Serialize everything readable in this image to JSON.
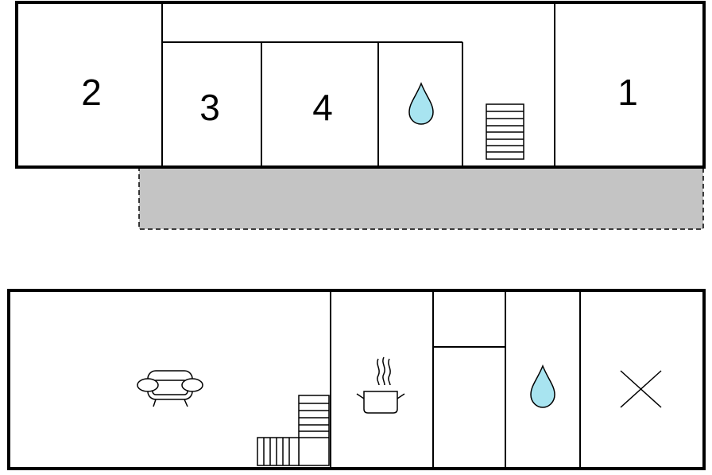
{
  "upper_floor": {
    "rooms": [
      {
        "id": "room-2",
        "label": "2"
      },
      {
        "id": "room-3",
        "label": "3"
      },
      {
        "id": "room-4",
        "label": "4"
      },
      {
        "id": "room-1",
        "label": "1"
      }
    ],
    "icons": [
      "water-drop-icon",
      "staircase-icon"
    ],
    "terrace_color": "#c4c4c4"
  },
  "ground_floor": {
    "icons": [
      "sofa-icon",
      "staircase-icon",
      "cooking-pot-icon",
      "water-drop-icon",
      "cross-icon"
    ]
  },
  "colors": {
    "wall": "#000000",
    "water_drop": "#a8e4f0",
    "terrace": "#c4c4c4"
  }
}
